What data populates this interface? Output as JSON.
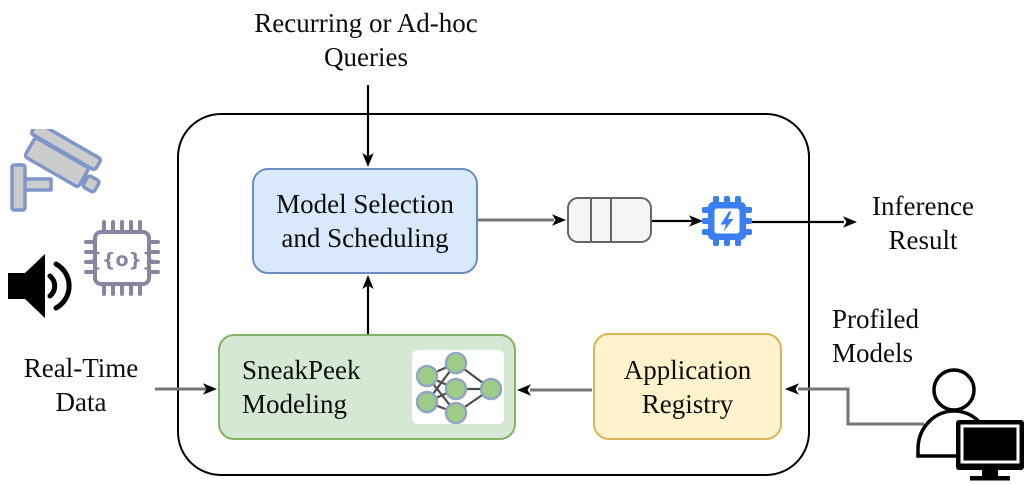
{
  "diagram": {
    "title": "SneakPeek system overview diagram",
    "external_labels": {
      "queries_line1": "Recurring or Ad-hoc",
      "queries_line2": "Queries",
      "inference_line1": "Inference",
      "inference_line2": "Result",
      "realtime_line1": "Real-Time",
      "realtime_line2": "Data",
      "profiled_line1": "Profiled",
      "profiled_line2": "Models"
    },
    "boxes": {
      "model_selection_line1": "Model Selection",
      "model_selection_line2": "and Scheduling",
      "sneakpeek_line1": "SneakPeek",
      "sneakpeek_line2": "Modeling",
      "registry_line1": "Application",
      "registry_line2": "Registry"
    },
    "icons": {
      "sensor_chip_glyph": "{{o}}",
      "names": [
        "cctv-camera-icon",
        "speaker-icon",
        "sensor-chip-icon",
        "queue-icon",
        "accelerator-chip-icon",
        "neural-network-icon",
        "person-computer-icon"
      ]
    },
    "colors": {
      "model_selection_fill": "#dae8fc",
      "model_selection_stroke": "#6c8ebf",
      "sneakpeek_fill": "#d5e8d4",
      "sneakpeek_stroke": "#82b366",
      "registry_fill": "#fff2cc",
      "registry_stroke": "#d6b656",
      "queue_fill": "#f5f5f5",
      "queue_stroke": "#666666",
      "accelerator_blue": "#3b7ef0",
      "sensor_purple": "#8b84a0",
      "camera_stroke": "#8095c8",
      "camera_fill": "#cccccc",
      "nn_node_green": "#9fcb88",
      "nn_node_stroke": "#8fa7c0",
      "connector_gray": "#757575",
      "connector_black": "#000000",
      "boundary_stroke": "#000000"
    }
  }
}
